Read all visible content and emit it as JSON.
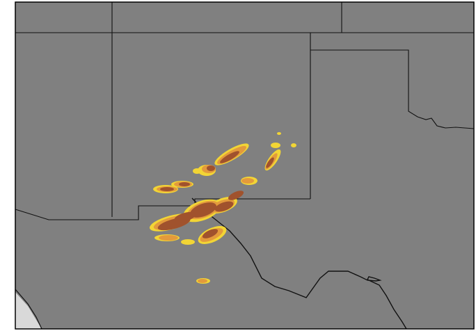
{
  "map": {
    "colors": {
      "land": "#808080",
      "border": "#111111",
      "frame": "#000000",
      "water_corner": "#d9d9d9",
      "intensity_high": "#a0522d",
      "intensity_mid": "#e39a3c",
      "intensity_low": "#f2d535"
    },
    "layers": [
      "state-boundaries",
      "national-border",
      "precipitation-echoes"
    ]
  }
}
